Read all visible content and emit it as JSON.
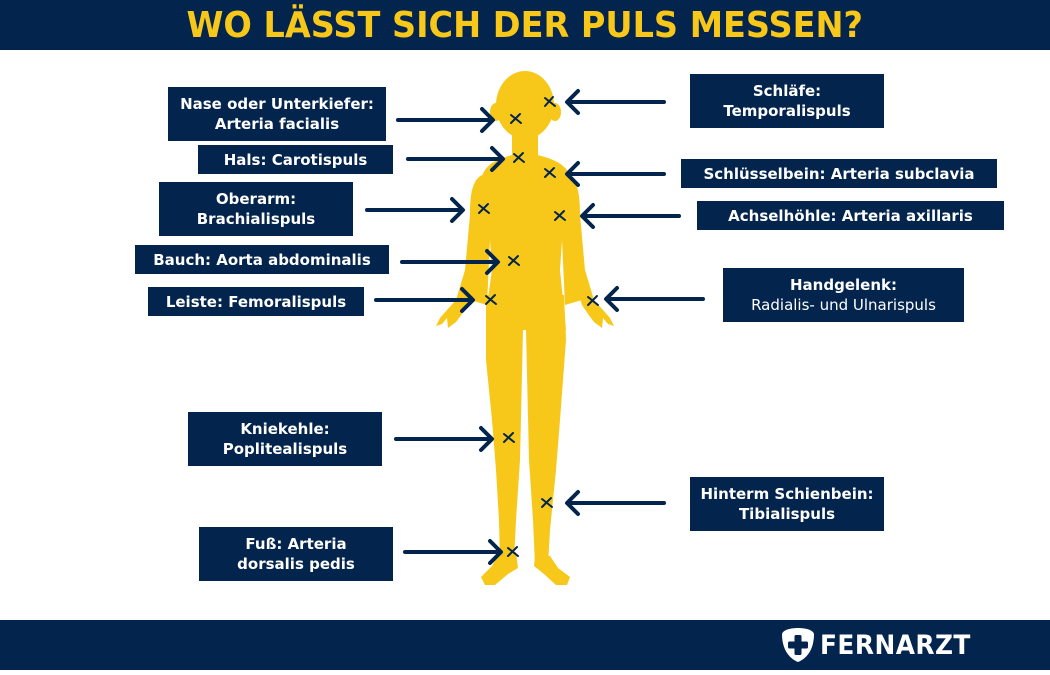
{
  "header": {
    "title": "WO LÄSST SICH DER PULS MESSEN?"
  },
  "colors": {
    "navy": "#03244d",
    "yellow": "#f7c81a",
    "white": "#ffffff"
  },
  "labels": {
    "facialis": {
      "line1": "Nase oder Unterkiefer:",
      "line2": "Arteria facialis"
    },
    "carotis": {
      "line1": "Hals: Carotispuls"
    },
    "brachialis": {
      "line1": "Oberarm:",
      "line2": "Brachialispuls"
    },
    "aorta": {
      "line1": "Bauch: Aorta abdominalis"
    },
    "femoralis": {
      "line1": "Leiste: Femoralispuls"
    },
    "poplitealis": {
      "line1": "Kniekehle:",
      "line2": "Poplitealispuls"
    },
    "dorsalis": {
      "line1": "Fuß: Arteria",
      "line2": "dorsalis pedis"
    },
    "temporalis": {
      "line1": "Schläfe:",
      "line2": "Temporalispuls"
    },
    "subclavia": {
      "line1": "Schlüsselbein: Arteria subclavia"
    },
    "axillaris": {
      "line1": "Achselhöhle: Arteria axillaris"
    },
    "handgelenk": {
      "line1": "Handgelenk:",
      "line2": "Radialis- und Ulnarispuls"
    },
    "tibialis": {
      "line1": "Hinterm Schienbein:",
      "line2": "Tibialispuls"
    }
  },
  "footer": {
    "brand": "FERNARZT",
    "logo_icon": "shield-cross-icon"
  }
}
